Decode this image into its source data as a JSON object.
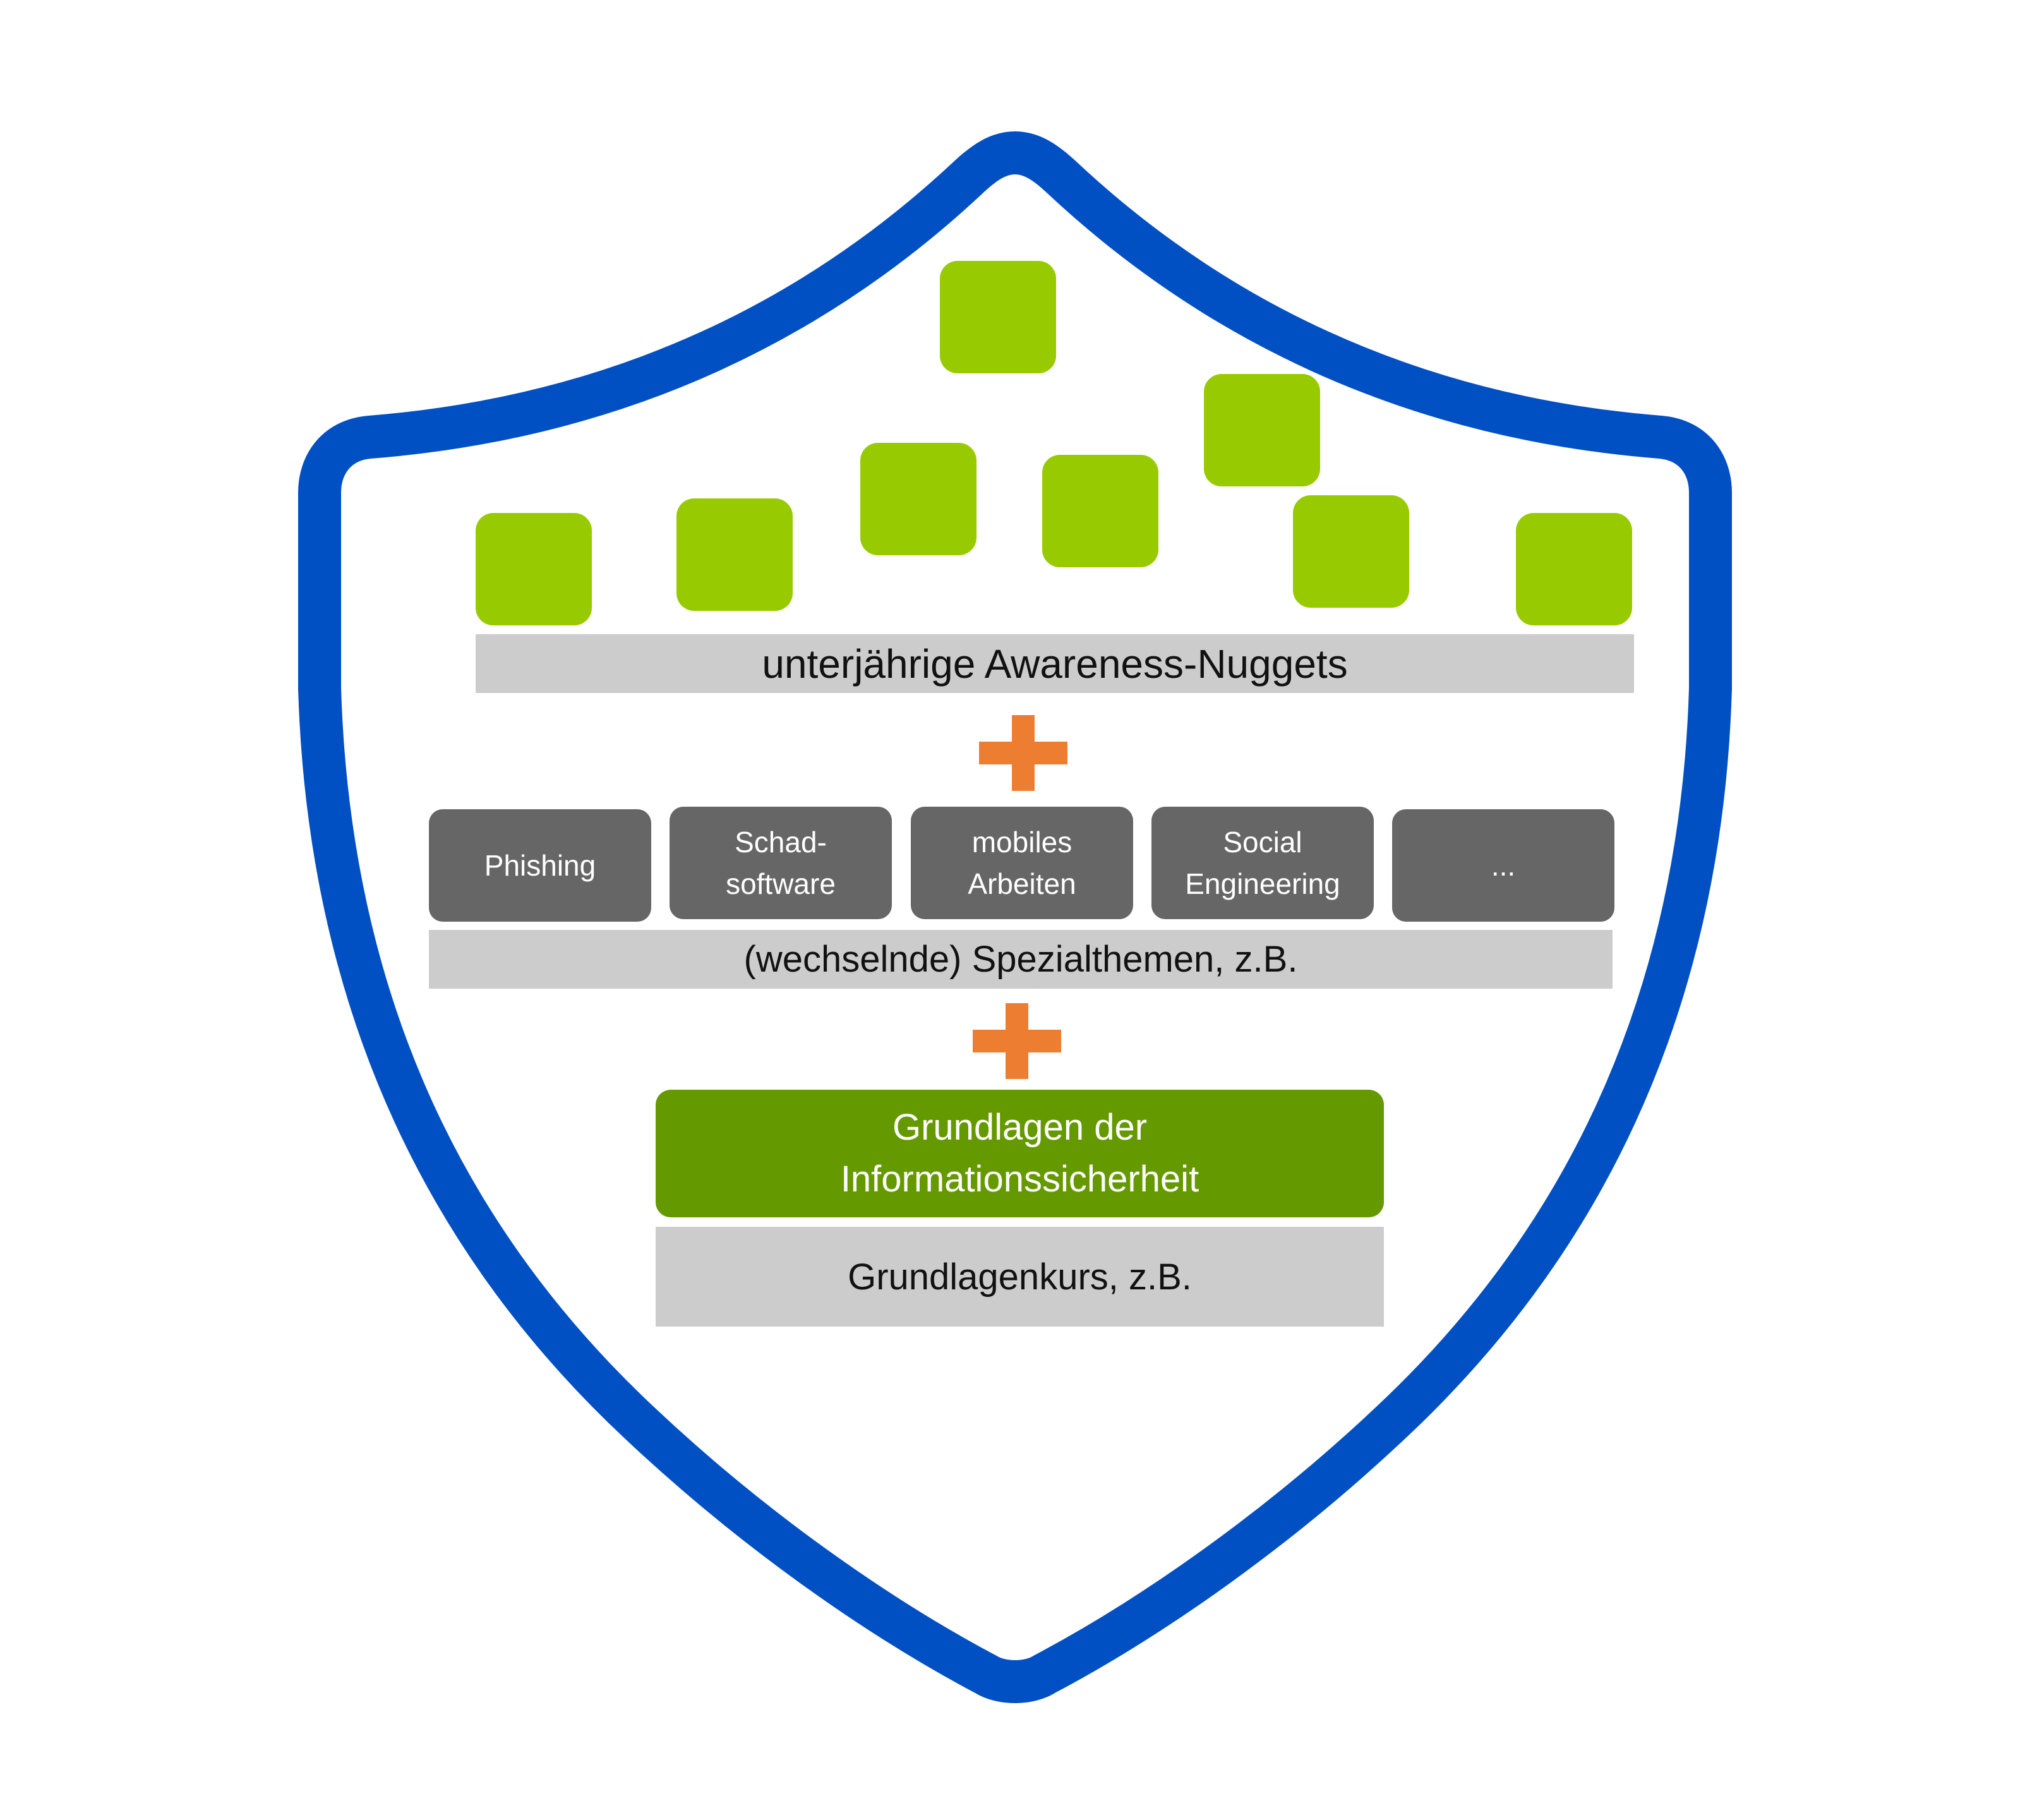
{
  "colors": {
    "shield_outline": "#0050c4",
    "nugget": "#97cb00",
    "label_band": "#cccccc",
    "plus": "#ed7d31",
    "topic_box": "#666666",
    "course_box": "#659900"
  },
  "nuggets": {
    "label": "unterjährige Awareness-Nuggets"
  },
  "special_topics": {
    "items": [
      "Phishing",
      "Schad-\nsoftware",
      "mobiles\nArbeiten",
      "Social\nEngineering",
      "..."
    ],
    "label": "(wechselnde) Spezialthemen, z.B."
  },
  "basics": {
    "course": "Grundlagen der\nInformationssicherheit",
    "label": "Grundlagenkurs, z.B."
  }
}
